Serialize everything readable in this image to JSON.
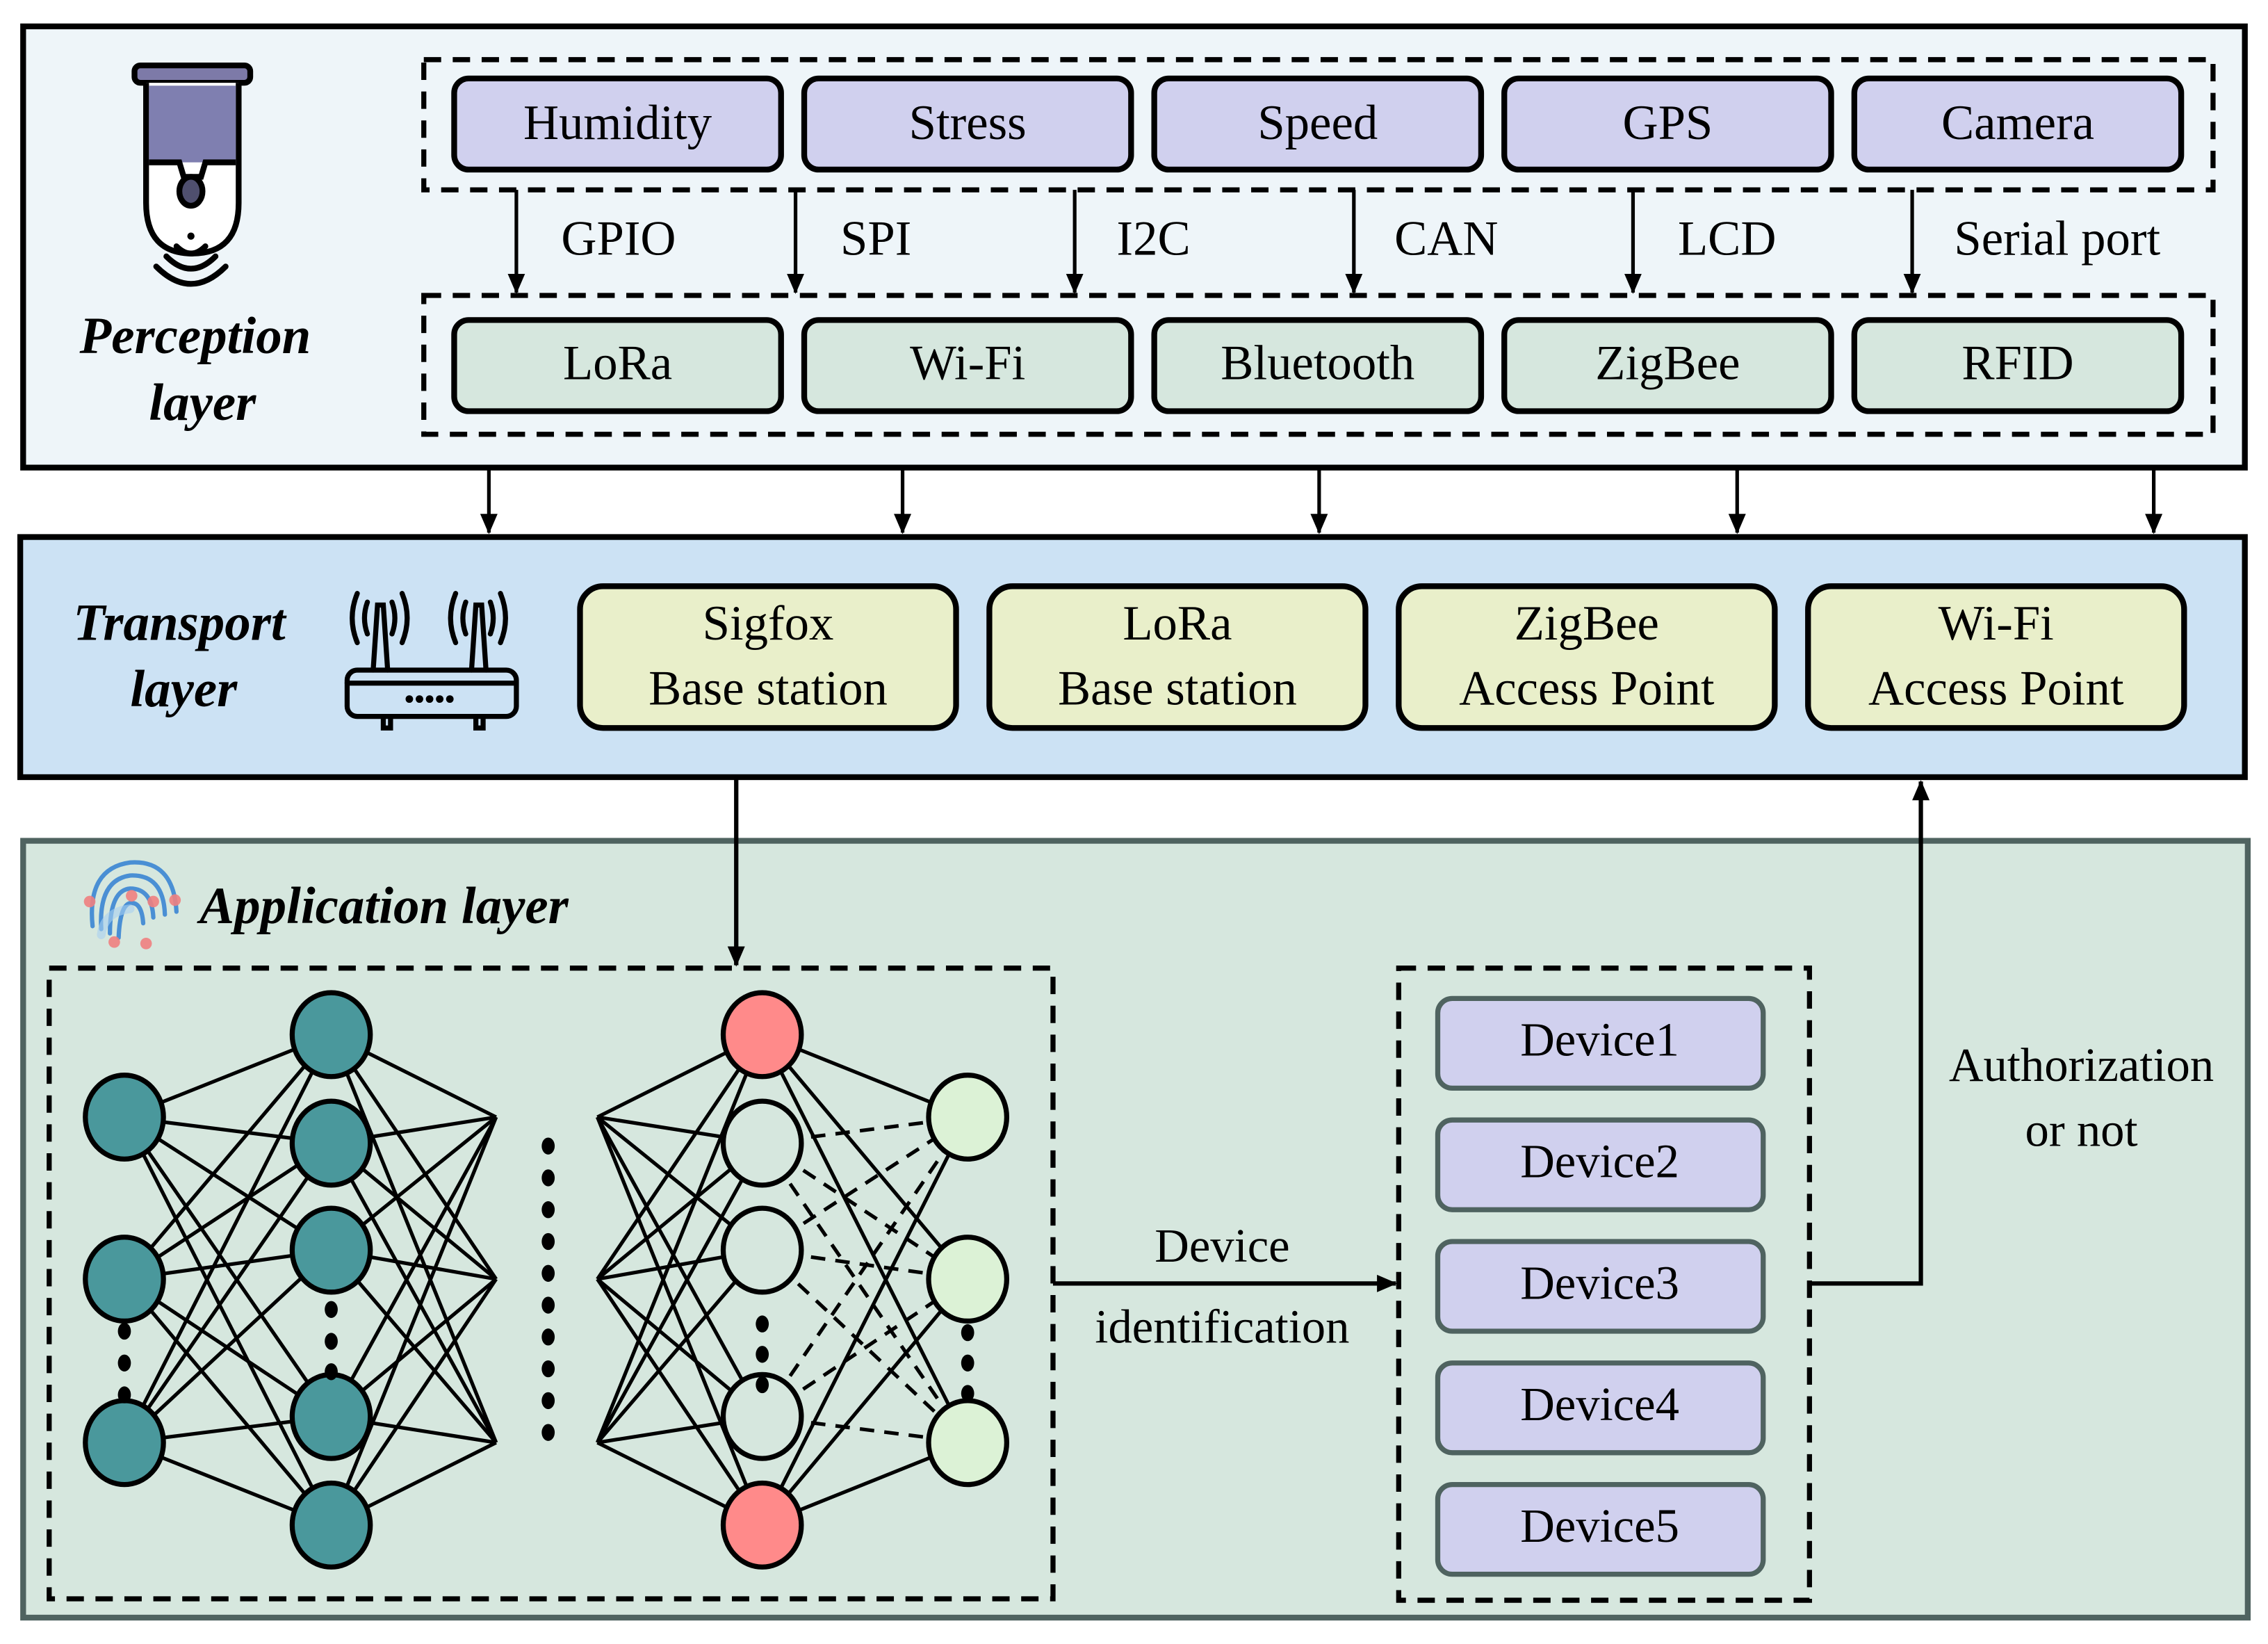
{
  "colors": {
    "perception_bg": "#eef5f9",
    "transport_bg": "#cce2f4",
    "application_bg": "#d6e7de",
    "application_border": "#4f6360",
    "sensor_fill": "#d0d0ee",
    "comm_fill": "#d6e7de",
    "station_fill": "#e9efca",
    "device_fill": "#d0d0ee",
    "node_teal": "#4a989c",
    "node_red": "#ff8a8a",
    "node_white": "#d6e7de",
    "node_green": "#dcf2d6"
  },
  "perception": {
    "title_line1": "Perception",
    "title_line2": "layer",
    "icon": "sensor-camera-icon",
    "sensors": [
      "Humidity",
      "Stress",
      "Speed",
      "GPS",
      "Camera"
    ],
    "interfaces": [
      "GPIO",
      "SPI",
      "I2C",
      "CAN",
      "LCD",
      "Serial port"
    ],
    "comms": [
      "LoRa",
      "Wi-Fi",
      "Bluetooth",
      "ZigBee",
      "RFID"
    ]
  },
  "transport": {
    "title_line1": "Transport",
    "title_line2": "layer",
    "icon": "router-icon",
    "stations": [
      {
        "line1": "Sigfox",
        "line2": "Base station"
      },
      {
        "line1": "LoRa",
        "line2": "Base station"
      },
      {
        "line1": "ZigBee",
        "line2": "Access Point"
      },
      {
        "line1": "Wi-Fi",
        "line2": "Access Point"
      }
    ]
  },
  "application": {
    "title": "Application layer",
    "icon": "fingerprint-icon",
    "arrow_label_line1": "Device",
    "arrow_label_line2": "identification",
    "devices": [
      "Device1",
      "Device2",
      "Device3",
      "Device4",
      "Device5"
    ],
    "auth_line1": "Authorization",
    "auth_line2": "or not"
  }
}
